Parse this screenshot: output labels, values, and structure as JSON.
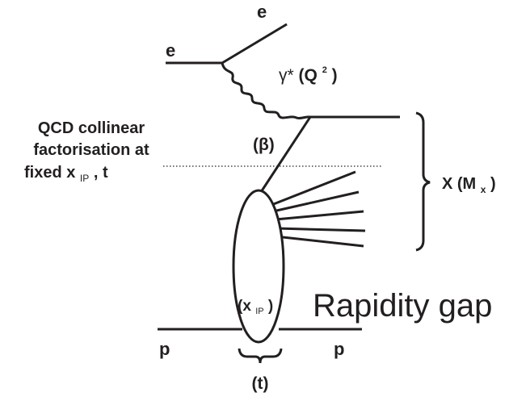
{
  "labels": {
    "electron_in": "e",
    "electron_out": "e",
    "photon_symbol": "γ*",
    "photon_q_open": "(Q",
    "photon_q_sup": "2",
    "photon_q_close": ")",
    "beta": "(β)",
    "factorisation_line1": "QCD collinear",
    "factorisation_line2": "factorisation at",
    "factorisation_line3_main": "fixed x",
    "factorisation_line3_sub": "IP",
    "factorisation_line3_tail": ", t",
    "x_system_main": "X (M",
    "x_system_sub": "x",
    "x_system_close": ")",
    "xip_open": "(x",
    "xip_sub": "IP",
    "xip_close": ")",
    "rapidity_gap": "Rapidity gap",
    "proton_in": "p",
    "proton_out": "p",
    "t_label": "(t)"
  },
  "colors": {
    "ink": "#231f20",
    "background": "#ffffff"
  }
}
